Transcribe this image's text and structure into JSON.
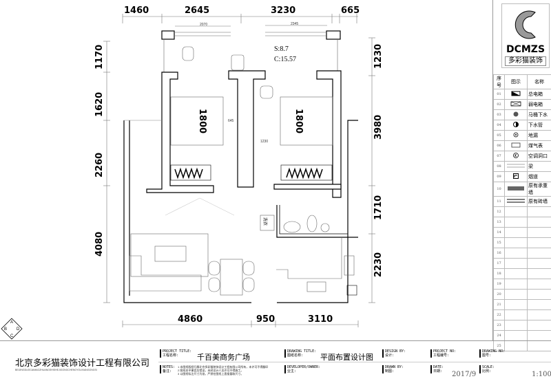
{
  "dimensions": {
    "top": [
      "1460",
      "2645",
      "3230",
      "665"
    ],
    "top_small": [
      "2070",
      "2345"
    ],
    "left": [
      "1170",
      "1620",
      "2260",
      "4080"
    ],
    "right": [
      "1230",
      "3980",
      "1710",
      "2230"
    ],
    "bottom": [
      "4860",
      "950",
      "3110"
    ],
    "inner": [
      "645",
      "1230"
    ]
  },
  "rooms": {
    "area_label": "S:8.7",
    "perimeter_label": "C:15.57",
    "bed_left": "1800",
    "bed_right": "1800",
    "washer": "洗衣"
  },
  "logo": {
    "brand": "DCMZS",
    "name": "多彩猫装饰"
  },
  "legend": {
    "headers": [
      "序号",
      "图示",
      "名称"
    ],
    "items": [
      {
        "no": "01",
        "icon": "main-electric-box-icon",
        "name": "总电箱"
      },
      {
        "no": "02",
        "icon": "weak-electric-box-icon",
        "name": "弱电箱"
      },
      {
        "no": "03",
        "icon": "toilet-drain-icon",
        "name": "马桶下水"
      },
      {
        "no": "04",
        "icon": "drain-pipe-icon",
        "name": "下水管"
      },
      {
        "no": "05",
        "icon": "floor-drain-icon",
        "name": "地漏"
      },
      {
        "no": "06",
        "icon": "gas-meter-icon",
        "name": "煤气表"
      },
      {
        "no": "07",
        "icon": "ac-hole-icon",
        "name": "空调洞口"
      },
      {
        "no": "08",
        "icon": "beam-icon",
        "name": "梁"
      },
      {
        "no": "09",
        "icon": "flue-icon",
        "name": "烟道"
      },
      {
        "no": "10",
        "icon": "load-bearing-wall-icon",
        "name": "原有承重墙"
      },
      {
        "no": "11",
        "icon": "brick-wall-icon",
        "name": "原有砖墙"
      },
      {
        "no": "12"
      },
      {
        "no": "13"
      },
      {
        "no": "14"
      },
      {
        "no": "15"
      },
      {
        "no": "16"
      },
      {
        "no": "17"
      },
      {
        "no": "18"
      },
      {
        "no": "19"
      },
      {
        "no": "20"
      },
      {
        "no": "21"
      },
      {
        "no": "22"
      },
      {
        "no": "23"
      },
      {
        "no": "24"
      },
      {
        "no": "25"
      }
    ]
  },
  "title_block": {
    "company": "北京多彩猫装饰设计工程有限公司",
    "company_pinyin": "BEIJINGDUOCAIMAOZHUANGSHISHEJIGONGCHENGYOUXIANGONGSI",
    "project_title_label": "PROJECT TITLE:",
    "project_title_cn": "工程名称:",
    "project_title": "千百美商务广场",
    "notes_label": "NOTES:",
    "notes_cn": "备注:",
    "notes": [
      "1  本图纸版权归属北京多彩猫装饰设计工程有限公司所有，未许可不得翻印",
      "2  图纸关乎事宜及错误，未经设计人员许可不得施工。",
      "3  以图纸标注尺寸为准，严禁在图纸上直接量取尺寸。"
    ],
    "drawing_title_label": "DRAWING TITLE:",
    "drawing_title_cn": "图纸名称:",
    "drawing_title": "平面布置设计图",
    "developer_label": "DEVELOPER/OWNER:",
    "developer_cn": "业主:",
    "design_by_label": "DESIGN BY:",
    "design_by_cn": "设计:",
    "drawn_by_label": "DRAWN BY:",
    "drawn_by_cn": "制图:",
    "project_no_label": "PROJECT NO:",
    "project_no_cn": "工程编号:",
    "date_label": "DATE:",
    "date_cn": "日期:",
    "date": "2017/9",
    "drawing_no_label": "DRAWING NO:",
    "drawing_no_cn": "图号:",
    "scale_label": "SCALE:",
    "scale_cn": "比例:",
    "scale": "1:100"
  },
  "north_stamp": {
    "letters": [
      "A",
      "B",
      "C",
      "D"
    ]
  }
}
